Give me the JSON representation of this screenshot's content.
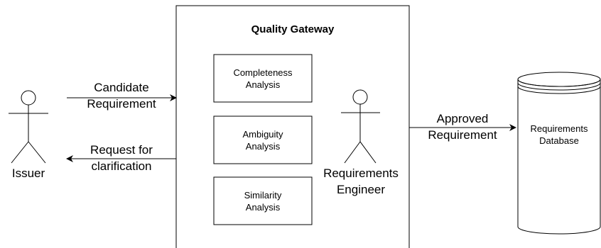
{
  "gateway": {
    "title": "Quality Gateway",
    "analyses": [
      {
        "label": "Completeness\nAnalysis"
      },
      {
        "label": "Ambiguity\nAnalysis"
      },
      {
        "label": "Similarity\nAnalysis"
      }
    ],
    "engineer_label": "Requirements\nEngineer"
  },
  "issuer": {
    "label": "Issuer"
  },
  "flows": {
    "candidate": "Candidate\nRequirement",
    "clarification": "Request for\nclarification",
    "approved": "Approved\nRequirement"
  },
  "database": {
    "label": "Requirements\nDatabase"
  }
}
